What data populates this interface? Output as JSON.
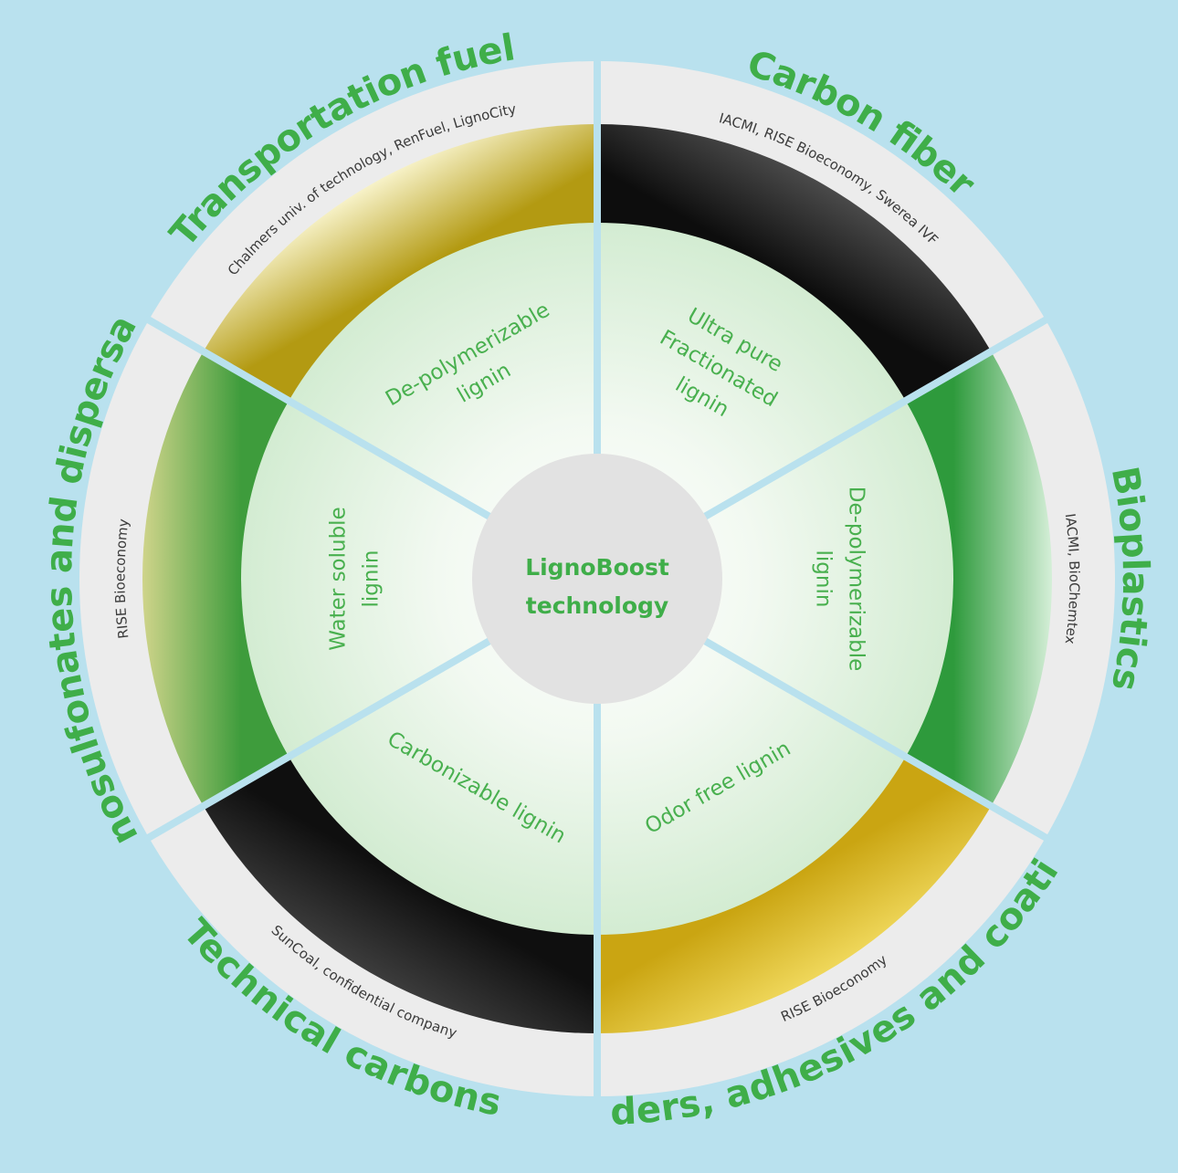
{
  "center": {
    "lines": [
      "LignoBoost",
      "technology"
    ]
  },
  "segments": [
    {
      "application": "Carbon fiber",
      "partners": "IACMI, RISE Bioeconomy, Swerea IVF",
      "lignin_type": [
        "Ultra pure",
        "Fractionated",
        "lignin"
      ],
      "photo": "carbon-fiber-weave",
      "photo_colors": [
        "#0d0d0d",
        "#4a4a4a"
      ]
    },
    {
      "application": "Bioplastics",
      "partners": "IACMI, BioChemtex",
      "lignin_type": [
        "De-polymerizable",
        "lignin"
      ],
      "photo": "green-plastic-bottle",
      "photo_colors": [
        "#2e9a3c",
        "#d5efd8"
      ]
    },
    {
      "application": "Binders, adhesives and coatings",
      "partners": "RISE Bioeconomy",
      "lignin_type": [
        "Odor free lignin"
      ],
      "photo": "amber-resin",
      "photo_colors": [
        "#caa512",
        "#efd75a"
      ]
    },
    {
      "application": "Technical carbons",
      "partners": "SunCoal, confidential company",
      "lignin_type": [
        "Carbonizable lignin"
      ],
      "photo": "black-carbon-powder",
      "photo_colors": [
        "#0f0f0f",
        "#3c3c3c"
      ]
    },
    {
      "application": "Lignosulfonates and  dispersants",
      "partners": "RISE Bioeconomy",
      "lignin_type": [
        "Water soluble",
        "lignin"
      ],
      "photo": "green-shirts-on-hangers",
      "photo_colors": [
        "#3e9c3c",
        "#cfd48a"
      ]
    },
    {
      "application": "Transportation fuel",
      "partners": "Chalmers univ. of technology, RenFuel, LignoCity",
      "lignin_type": [
        "De-polymerizable",
        "lignin"
      ],
      "photo": "golden-fuel-liquid",
      "photo_colors": [
        "#b39a12",
        "#f7f2c8"
      ]
    }
  ],
  "colors": {
    "background": "#b9e1ee",
    "ring": "#ececec",
    "inner_disc": "#d5edd4",
    "center_disc": "#e2e2e2",
    "accent_green": "#3fae49"
  }
}
